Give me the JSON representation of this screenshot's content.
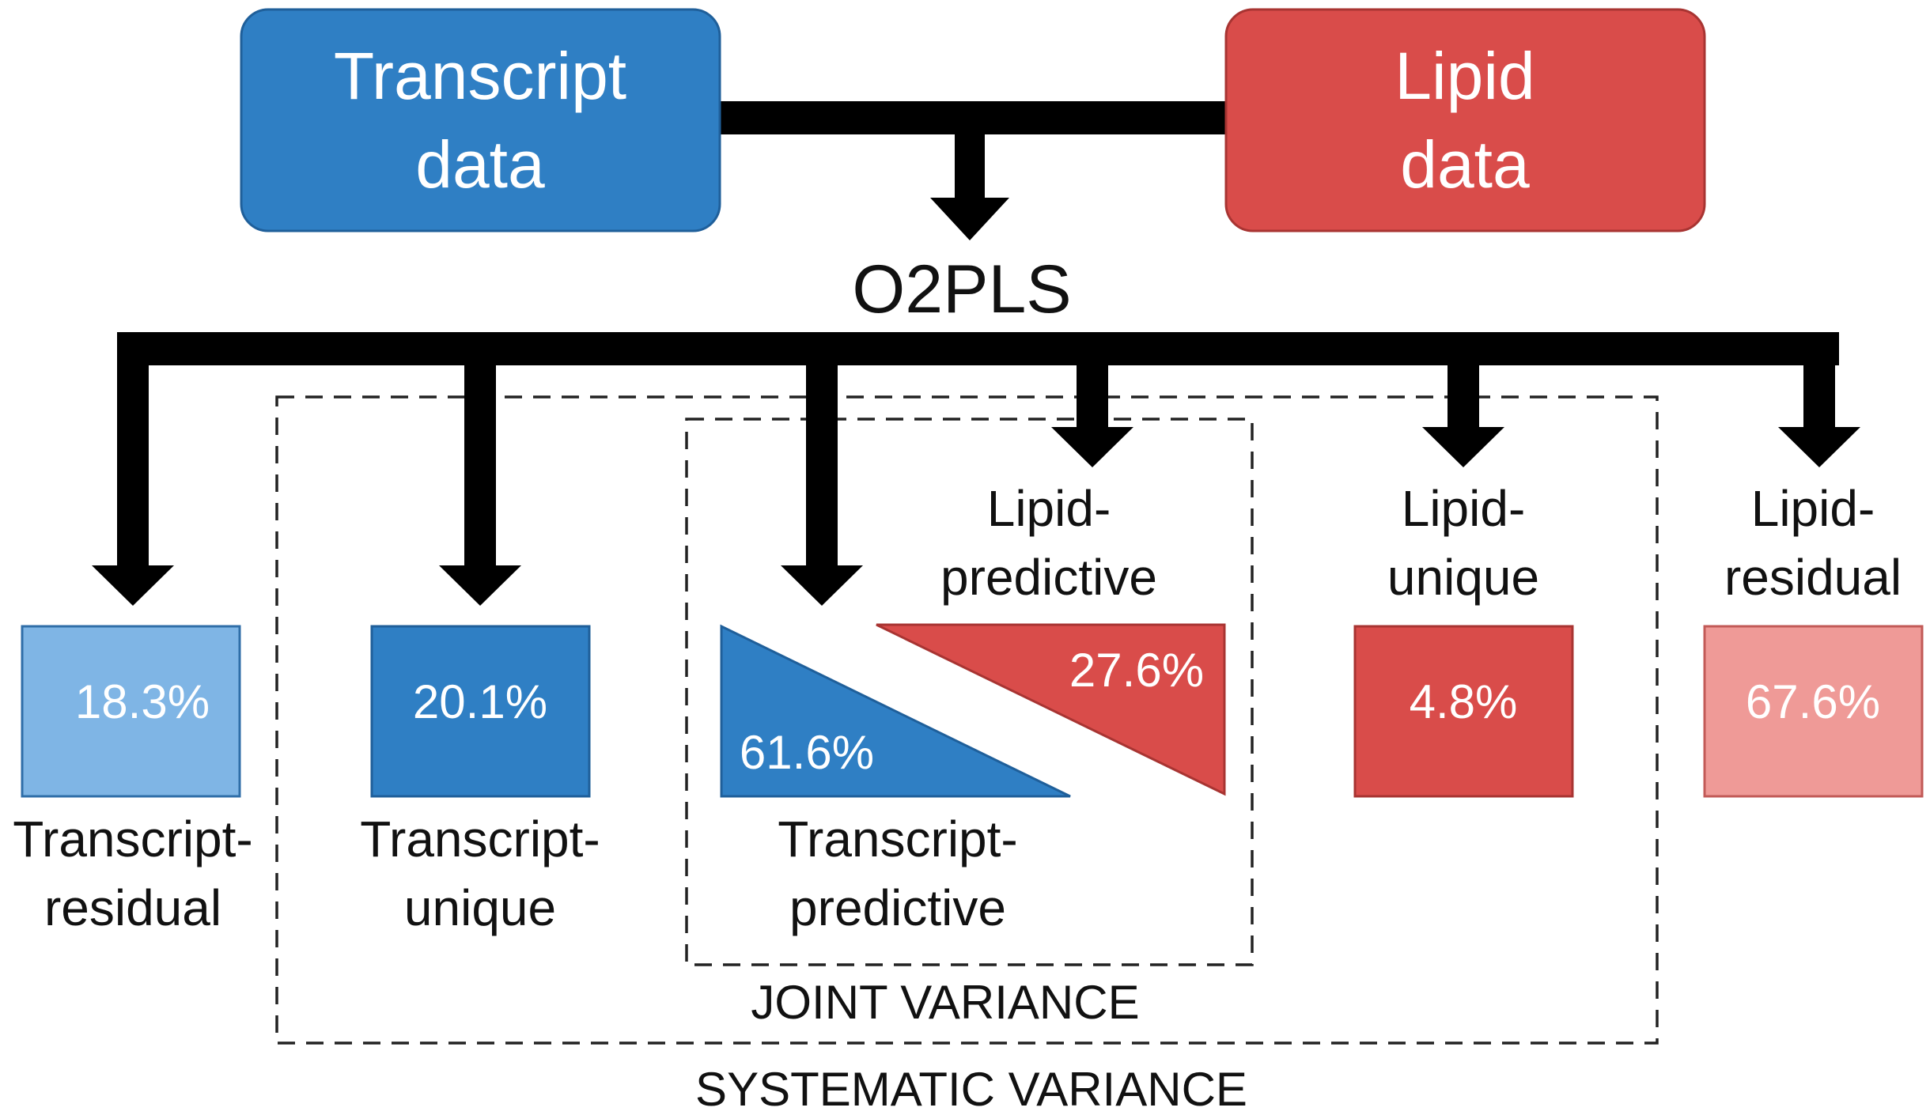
{
  "sources": {
    "transcript": {
      "line1": "Transcript",
      "line2": "data"
    },
    "lipid": {
      "line1": "Lipid",
      "line2": "data"
    }
  },
  "method": {
    "label": "O2PLS"
  },
  "components": {
    "transcript_residual": {
      "value": "18.3%",
      "line1": "Transcript-",
      "line2": "residual"
    },
    "transcript_unique": {
      "value": "20.1%",
      "line1": "Transcript-",
      "line2": "unique"
    },
    "transcript_predictive": {
      "value": "61.6%",
      "line1": "Transcript-",
      "line2": "predictive"
    },
    "lipid_predictive": {
      "value": "27.6%",
      "line1": "Lipid-",
      "line2": "predictive"
    },
    "lipid_unique": {
      "value": "4.8%",
      "line1": "Lipid-",
      "line2": "unique"
    },
    "lipid_residual": {
      "value": "67.6%",
      "line1": "Lipid-",
      "line2": "residual"
    }
  },
  "groups": {
    "joint": {
      "label": "JOINT VARIANCE"
    },
    "systematic": {
      "label": "SYSTEMATIC VARIANCE"
    }
  },
  "colors": {
    "transcript_blue": "#2f7fc4",
    "transcript_light": "#7fb5e5",
    "lipid_red": "#d94c4a",
    "lipid_light": "#ef9a97",
    "arrow": "#000000"
  }
}
